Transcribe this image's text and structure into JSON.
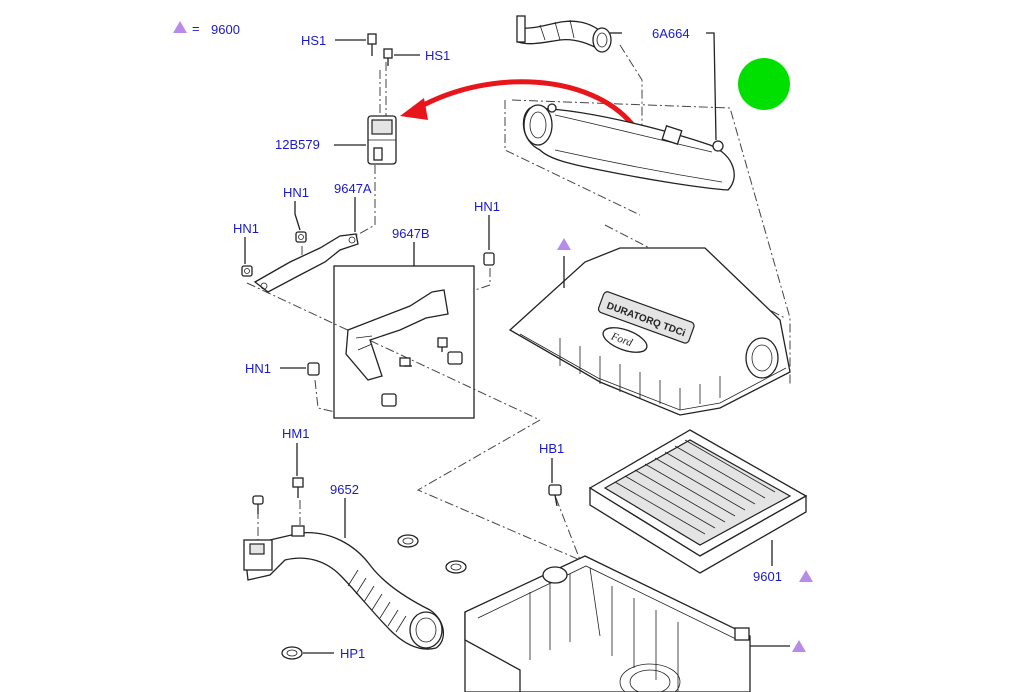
{
  "colors": {
    "label_blue": "#1a1acc",
    "triangle_purple": "#b78be8",
    "arrow_red": "#e8151b",
    "marker_green": "#00e000",
    "line_black": "#222222"
  },
  "legend": {
    "symbol_icon": "purple-triangle-icon",
    "equals": "=",
    "code": "9600"
  },
  "labels": {
    "hs1_top": "HS1",
    "hs1_right": "HS1",
    "sensor": "12B579",
    "tube": "6A664",
    "bracket_a": "9647A",
    "bracket_b": "9647B",
    "hn1_a": "HN1",
    "hn1_b": "HN1",
    "hn1_c": "HN1",
    "hn1_d": "HN1",
    "hm1": "HM1",
    "hose": "9652",
    "hb1": "HB1",
    "filter": "9601",
    "hp1": "HP1"
  },
  "cover_logo": {
    "line1": "DURATORQ TDCi",
    "brand": "Ford"
  }
}
